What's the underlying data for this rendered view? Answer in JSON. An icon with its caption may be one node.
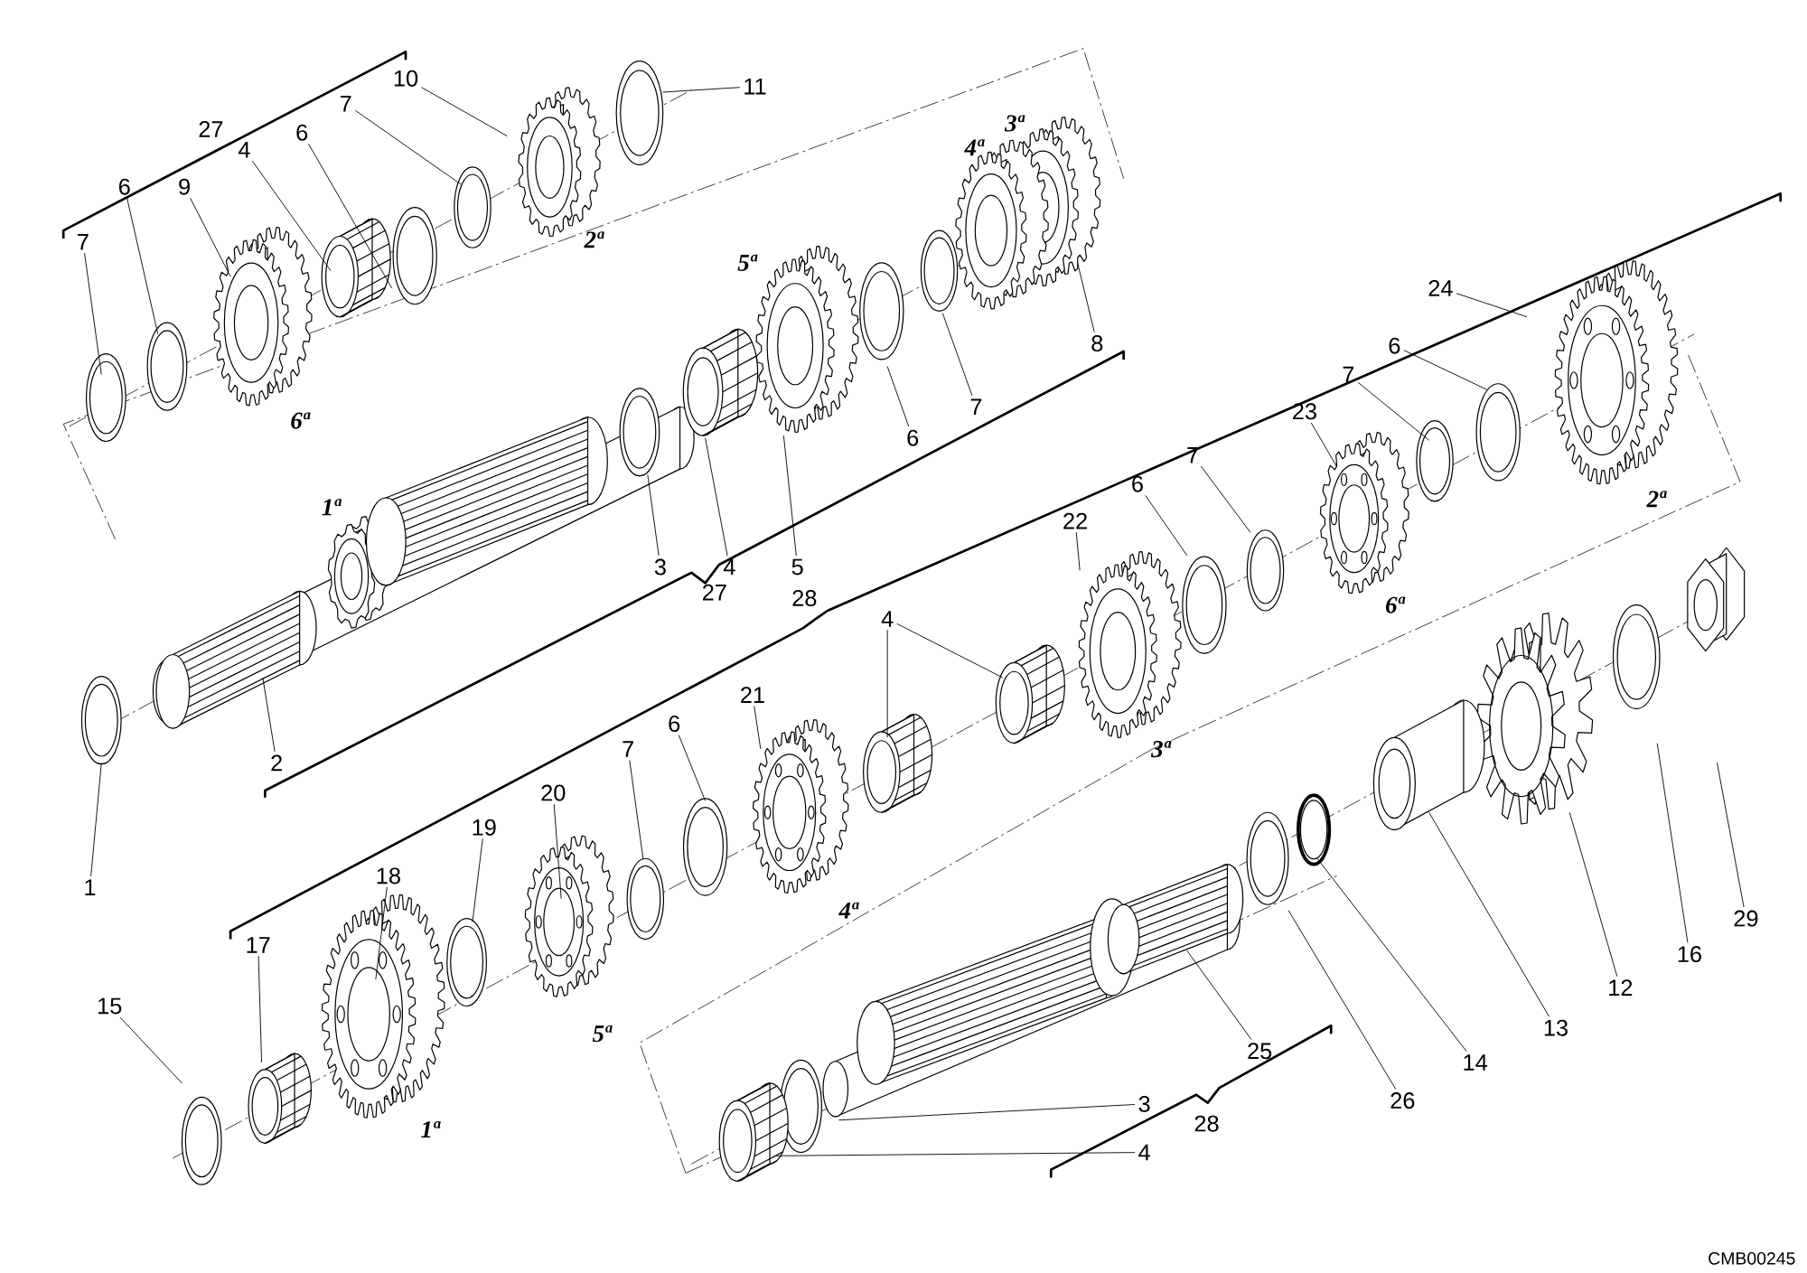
{
  "diagram": {
    "nodes": [
      {
        "text": [
          "10"
        ]
      },
      {
        "text": [
          "11"
        ]
      },
      {
        "text": [
          "7"
        ]
      },
      {
        "text": [
          "4"
        ]
      },
      {
        "text": [
          "6"
        ]
      },
      {
        "text": [
          "9"
        ]
      },
      {
        "text": [
          "6"
        ]
      },
      {
        "text": [
          "7"
        ]
      },
      {
        "text": [
          "8"
        ]
      },
      {
        "text": [
          "5"
        ]
      },
      {
        "text": [
          "4"
        ]
      },
      {
        "text": [
          "3"
        ]
      },
      {
        "text": [
          "6"
        ]
      },
      {
        "text": [
          "7"
        ]
      },
      {
        "text": [
          "24"
        ]
      },
      {
        "text": [
          "6"
        ]
      },
      {
        "text": [
          "7"
        ]
      },
      {
        "text": [
          "23"
        ]
      },
      {
        "text": [
          "6"
        ]
      },
      {
        "text": [
          "7"
        ]
      },
      {
        "text": [
          "22"
        ]
      },
      {
        "text": [
          "4"
        ]
      },
      {
        "text": [
          "2"
        ]
      },
      {
        "text": [
          "1"
        ]
      },
      {
        "text": [
          "21"
        ]
      },
      {
        "text": [
          "6"
        ]
      },
      {
        "text": [
          "7"
        ]
      },
      {
        "text": [
          "20"
        ]
      },
      {
        "text": [
          "19"
        ]
      },
      {
        "text": [
          "18"
        ]
      },
      {
        "text": [
          "17"
        ]
      },
      {
        "text": [
          "15"
        ]
      },
      {
        "text": [
          "29"
        ]
      },
      {
        "text": [
          "16"
        ]
      },
      {
        "text": [
          "12"
        ]
      },
      {
        "text": [
          "13"
        ]
      },
      {
        "text": [
          "14"
        ]
      },
      {
        "text": [
          "26"
        ]
      },
      {
        "text": [
          "25"
        ]
      },
      {
        "text": [
          "3"
        ]
      },
      {
        "text": [
          "4"
        ]
      }
    ],
    "edges": [
      {
        "from": 0,
        "to": null,
        "arrow": "none"
      },
      {
        "from": 1,
        "to": null,
        "arrow": "none"
      },
      {
        "from": 2,
        "to": null,
        "arrow": "none"
      },
      {
        "from": 3,
        "to": null,
        "arrow": "none"
      },
      {
        "from": 4,
        "to": null,
        "arrow": "none"
      },
      {
        "from": 5,
        "to": null,
        "arrow": "none"
      },
      {
        "from": 6,
        "to": null,
        "arrow": "none"
      },
      {
        "from": 7,
        "to": null,
        "arrow": "none"
      },
      {
        "from": 8,
        "to": null,
        "arrow": "none"
      },
      {
        "from": 9,
        "to": null,
        "arrow": "none"
      },
      {
        "from": 10,
        "to": null,
        "arrow": "none"
      },
      {
        "from": 11,
        "to": null,
        "arrow": "none"
      },
      {
        "from": 12,
        "to": null,
        "arrow": "none"
      },
      {
        "from": 13,
        "to": null,
        "arrow": "none"
      },
      {
        "from": 14,
        "to": null,
        "arrow": "none"
      },
      {
        "from": 15,
        "to": null,
        "arrow": "none"
      },
      {
        "from": 16,
        "to": null,
        "arrow": "none"
      },
      {
        "from": 17,
        "to": null,
        "arrow": "none"
      },
      {
        "from": 18,
        "to": null,
        "arrow": "none"
      },
      {
        "from": 19,
        "to": null,
        "arrow": "none"
      },
      {
        "from": 20,
        "to": null,
        "arrow": "none"
      },
      {
        "from": 21,
        "to": null,
        "arrow": "none"
      },
      {
        "from": 21,
        "to": null,
        "arrow": "none"
      },
      {
        "from": 22,
        "to": null,
        "arrow": "none"
      },
      {
        "from": 23,
        "to": null,
        "arrow": "none"
      },
      {
        "from": 24,
        "to": null,
        "arrow": "none"
      },
      {
        "from": 25,
        "to": null,
        "arrow": "none"
      },
      {
        "from": 26,
        "to": null,
        "arrow": "none"
      },
      {
        "from": 27,
        "to": null,
        "arrow": "none"
      },
      {
        "from": 28,
        "to": null,
        "arrow": "none"
      },
      {
        "from": 29,
        "to": null,
        "arrow": "none"
      },
      {
        "from": 30,
        "to": null,
        "arrow": "none"
      },
      {
        "from": 31,
        "to": null,
        "arrow": "none"
      },
      {
        "from": 32,
        "to": null,
        "arrow": "none"
      },
      {
        "from": 33,
        "to": null,
        "arrow": "none"
      },
      {
        "from": 34,
        "to": null,
        "arrow": "none"
      },
      {
        "from": 35,
        "to": null,
        "arrow": "none"
      },
      {
        "from": 36,
        "to": null,
        "arrow": "none"
      },
      {
        "from": 37,
        "to": null,
        "arrow": "none"
      },
      {
        "from": 38,
        "to": null,
        "arrow": "none"
      },
      {
        "from": 39,
        "to": null,
        "arrow": "none"
      },
      {
        "from": 40,
        "to": null,
        "arrow": "none"
      }
    ],
    "labels": [
      "27",
      "2ª",
      "4ª",
      "3ª",
      "5ª",
      "6ª",
      "1ª",
      "27",
      "28",
      "2ª",
      "6ª",
      "3ª",
      "4ª",
      "5ª",
      "1ª",
      "28",
      "CMB00245"
    ]
  }
}
